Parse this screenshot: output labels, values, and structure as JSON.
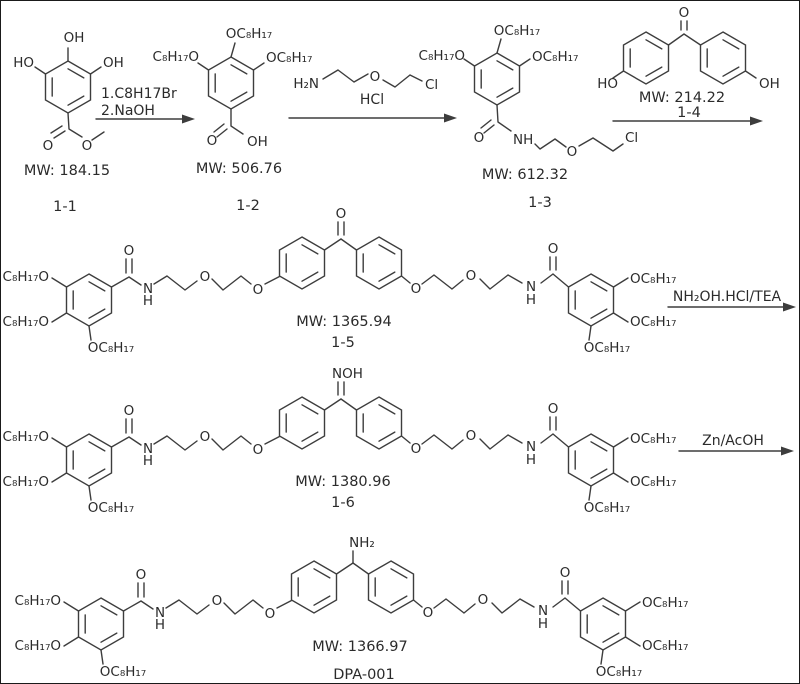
{
  "scheme": {
    "atoms": {
      "oh": "OH",
      "ho": "HO",
      "o": "O",
      "n": "N",
      "h": "H",
      "nh": "NH",
      "h2n": "H₂N",
      "nh2": "NH₂",
      "noh": "NOH",
      "cl": "Cl",
      "hcl": "HCl",
      "c8h17o": "C₈H₁₇O",
      "oc8h17": "OC₈H₁₇"
    },
    "row1": {
      "c1": {
        "mw": "MW: 184.15",
        "id": "1-1"
      },
      "step1": {
        "line1": "1.C8H17Br",
        "line2": "2.NaOH"
      },
      "c2": {
        "mw": "MW: 506.76",
        "id": "1-2"
      },
      "step2": {
        "salt": "HCl"
      },
      "c3": {
        "mw": "MW: 612.32",
        "id": "1-3"
      },
      "c4": {
        "mw": "MW: 214.22",
        "id": "1-4"
      }
    },
    "row2": {
      "c5": {
        "mw": "MW: 1365.94",
        "id": "1-5"
      },
      "step4": "NH₂OH.HCl/TEA"
    },
    "row3": {
      "c6": {
        "mw": "MW: 1380.96",
        "id": "1-6"
      },
      "step5": "Zn/AcOH"
    },
    "row4": {
      "c7": {
        "mw": "MW: 1366.97",
        "id": "DPA-001"
      }
    }
  }
}
